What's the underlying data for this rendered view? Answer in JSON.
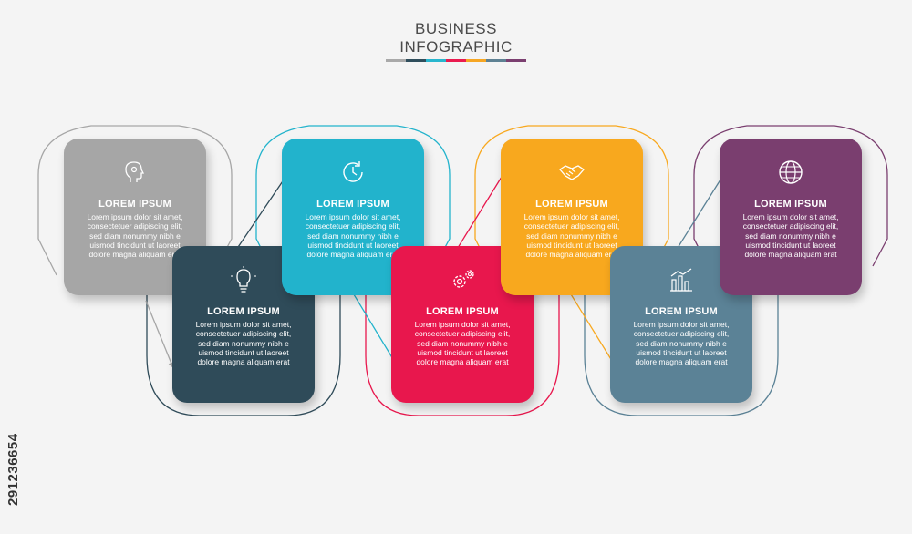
{
  "title": {
    "line1": "BUSINESS",
    "line2": "INFOGRAPHIC"
  },
  "title_bar_colors": [
    "#a9a9a9",
    "#2f4e5c",
    "#29b6ce",
    "#ea1b4f",
    "#f6a623",
    "#5e8193",
    "#7b3f70"
  ],
  "steps": [
    {
      "heading": "LOREM IPSUM",
      "lines": [
        "Lorem ipsum dolor sit amet,",
        "consectetuer adipiscing elit,",
        "sed diam nonummy nibh e",
        "uismod tincidunt ut laoreet",
        "dolore magna aliquam erat"
      ],
      "color": "#a6a6a6",
      "icon": "head-gear-icon"
    },
    {
      "heading": "LOREM IPSUM",
      "lines": [
        "Lorem ipsum dolor sit amet,",
        "consectetuer adipiscing elit,",
        "sed diam nonummy nibh e",
        "uismod tincidunt ut laoreet",
        "dolore magna aliquam erat"
      ],
      "color": "#2f4b59",
      "icon": "lightbulb-icon"
    },
    {
      "heading": "LOREM IPSUM",
      "lines": [
        "Lorem ipsum dolor sit amet,",
        "consectetuer adipiscing elit,",
        "sed diam nonummy nibh e",
        "uismod tincidunt ut laoreet",
        "dolore magna aliquam erat"
      ],
      "color": "#22b3cc",
      "icon": "clock-cycle-icon"
    },
    {
      "heading": "LOREM IPSUM",
      "lines": [
        "Lorem ipsum dolor sit amet,",
        "consectetuer adipiscing elit,",
        "sed diam nonummy nibh e",
        "uismod tincidunt ut laoreet",
        "dolore magna aliquam erat"
      ],
      "color": "#e8174d",
      "icon": "gears-icon"
    },
    {
      "heading": "LOREM IPSUM",
      "lines": [
        "Lorem ipsum dolor sit amet,",
        "consectetuer adipiscing elit,",
        "sed diam nonummy nibh e",
        "uismod tincidunt ut laoreet",
        "dolore magna aliquam erat"
      ],
      "color": "#f8a81e",
      "icon": "handshake-icon"
    },
    {
      "heading": "LOREM IPSUM",
      "lines": [
        "Lorem ipsum dolor sit amet,",
        "consectetuer adipiscing elit,",
        "sed diam nonummy nibh e",
        "uismod tincidunt ut laoreet",
        "dolore magna aliquam erat"
      ],
      "color": "#5b8296",
      "icon": "bar-chart-icon"
    },
    {
      "heading": "LOREM IPSUM",
      "lines": [
        "Lorem ipsum dolor sit amet,",
        "consectetuer adipiscing elit,",
        "sed diam nonummy nibh e",
        "uismod tincidunt ut laoreet",
        "dolore magna aliquam erat"
      ],
      "color": "#7a3e6f",
      "icon": "globe-icon"
    }
  ],
  "watermark": "291236654"
}
